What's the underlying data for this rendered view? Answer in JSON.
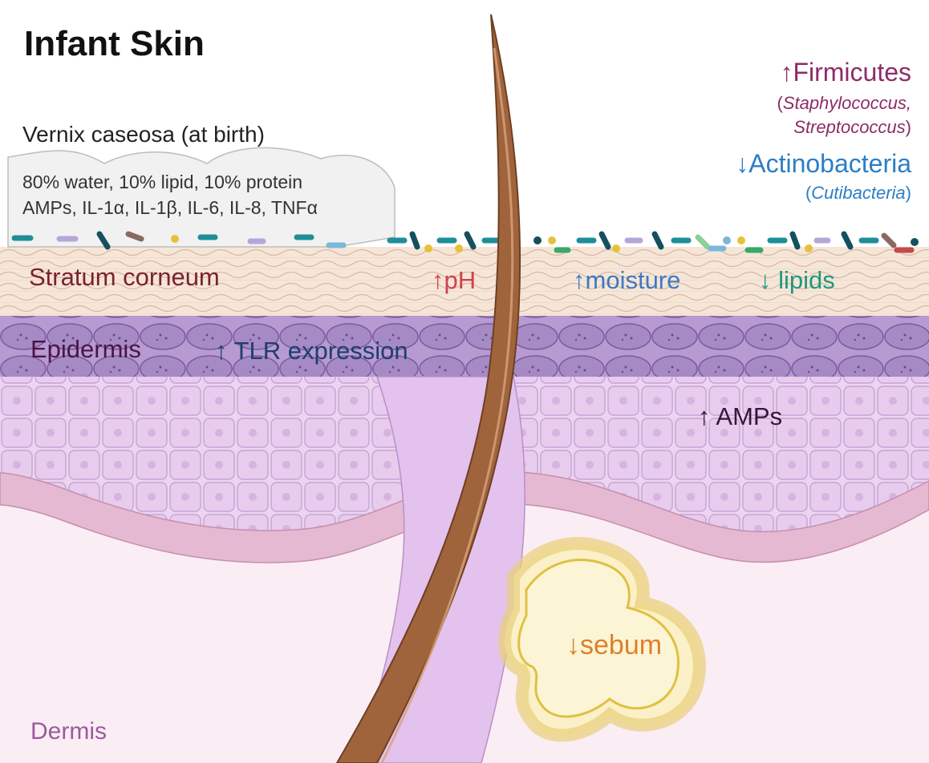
{
  "title": "Infant Skin",
  "vernix": {
    "title": "Vernix caseosa (at birth)",
    "composition": "80% water, 10% lipid, 10% protein",
    "factors": "AMPs, IL-1α, IL-1β, IL-6, IL-8, TNFα"
  },
  "layers": {
    "stratum_corneum": "Stratum corneum",
    "epidermis": "Epidermis",
    "dermis": "Dermis"
  },
  "changes": {
    "ph": "↑pH",
    "moisture": "↑moisture",
    "lipids": "↓ lipids",
    "tlr": "↑ TLR expression",
    "amps": "↑ AMPs",
    "sebum": "↓sebum"
  },
  "microbiota": {
    "firmicutes": "↑Firmicutes",
    "firmicutes_open": "(",
    "firmicutes_genus1": "Staphylococcus,",
    "firmicutes_genus2": "Streptococcus",
    "firmicutes_close": ")",
    "actinobacteria": "↓Actinobacteria",
    "actinobacteria_open": "(",
    "actinobacteria_genus": "Cutibacteria",
    "actinobacteria_close": ")"
  },
  "colors": {
    "stratum_corneum": "#f6e6d8",
    "epidermis_basal": "#a98cc6",
    "spinous": "#edd7f0",
    "dermis": "#fbedf4",
    "hair": "#a0643c",
    "sebaceous": "#fbf4cf"
  }
}
